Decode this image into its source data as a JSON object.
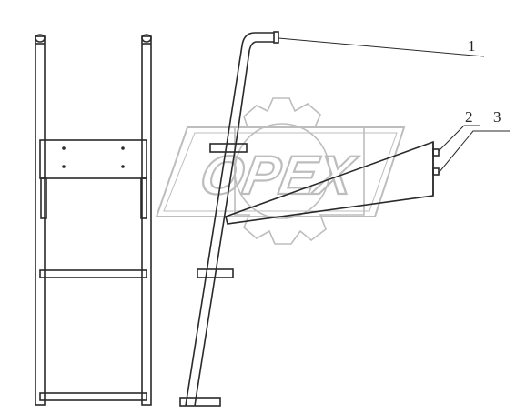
{
  "drawing": {
    "line_color": "#2a2a2a",
    "background": "#ffffff",
    "watermark_color": "#bdbdbd",
    "watermark_text": "OPEX",
    "callouts": [
      {
        "label": "1"
      },
      {
        "label": "2"
      },
      {
        "label": "3"
      }
    ]
  }
}
